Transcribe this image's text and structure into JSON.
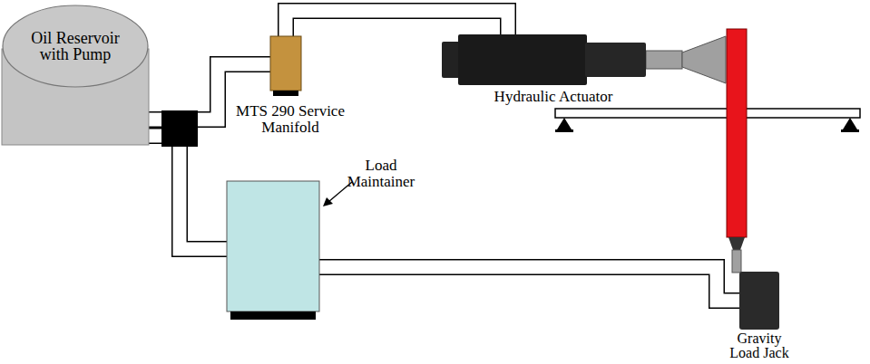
{
  "diagram": {
    "nodes": [
      {
        "text": [
          "Oil Reservoir with Pump"
        ]
      },
      {
        "text": [
          "MTS 290 Service Manifold"
        ]
      },
      {
        "text": [
          "Hydraulic Actuator"
        ]
      },
      {
        "text": [
          "Load Maintainer"
        ]
      },
      {
        "text": [
          "Gravity Load Jack"
        ]
      }
    ],
    "edges": [
      {
        "from": 0,
        "to": 1,
        "arrow": "none"
      },
      {
        "from": 1,
        "to": 2,
        "arrow": "none"
      },
      {
        "from": 0,
        "to": 3,
        "arrow": "none"
      },
      {
        "from": 3,
        "to": 4,
        "arrow": "none"
      }
    ]
  }
}
